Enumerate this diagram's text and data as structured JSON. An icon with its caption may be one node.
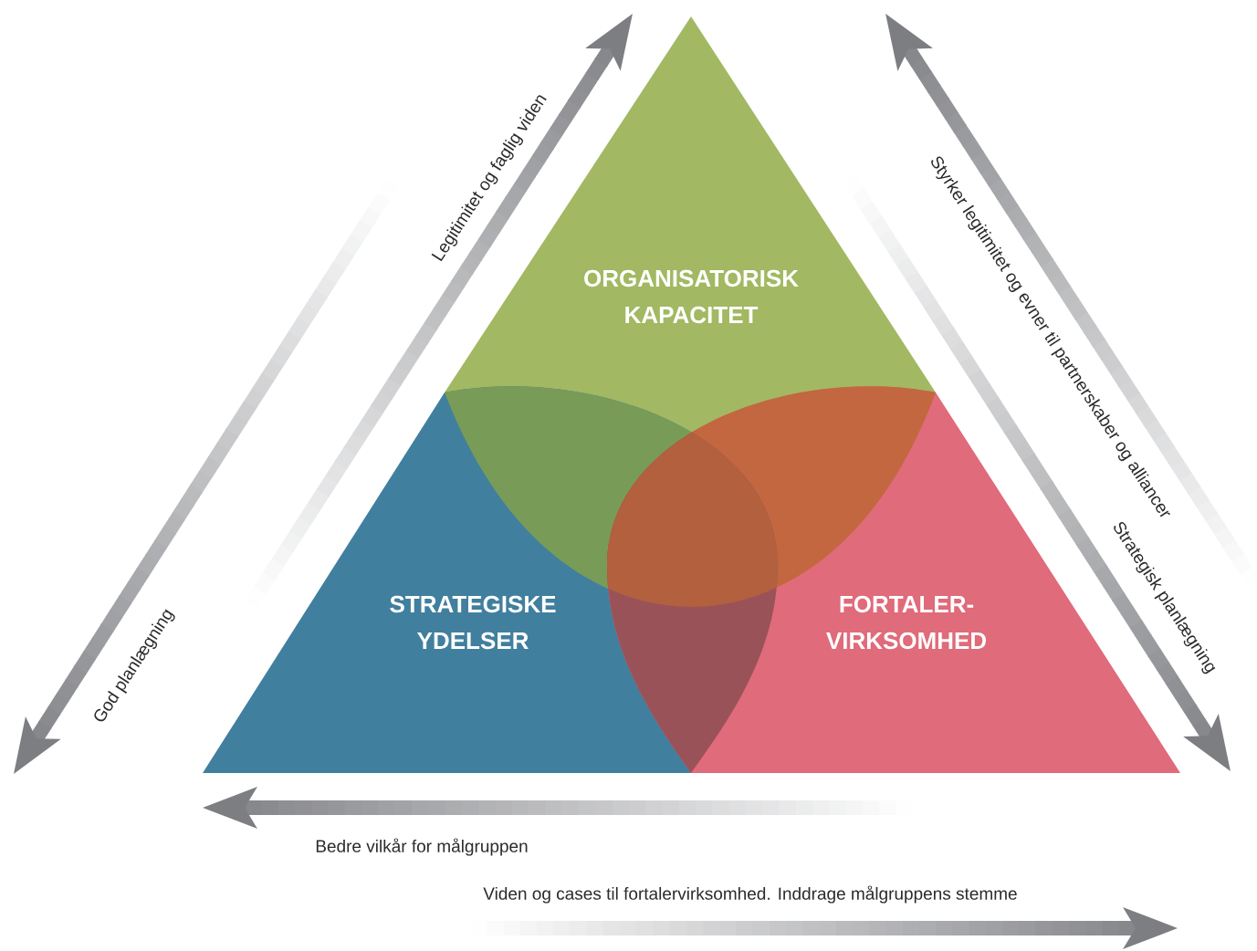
{
  "diagram": {
    "nodes": [
      {
        "text": [
          "ORGANISATORISK KAPACITET"
        ]
      },
      {
        "text": [
          "STRATEGISKE YDELSER"
        ]
      },
      {
        "text": [
          "FORTALER- VIRKSOMHED"
        ]
      }
    ],
    "labels": [
      "Legitimitet og faglig viden",
      "Styrker legitimitet og evner til partnerskaber og alliancer",
      "God planlægning",
      "Strategisk planlægning",
      "Bedre vilkår for målgruppen",
      "Viden og cases til fortalervirksomhed. Inddrage målgruppens stemme"
    ]
  }
}
